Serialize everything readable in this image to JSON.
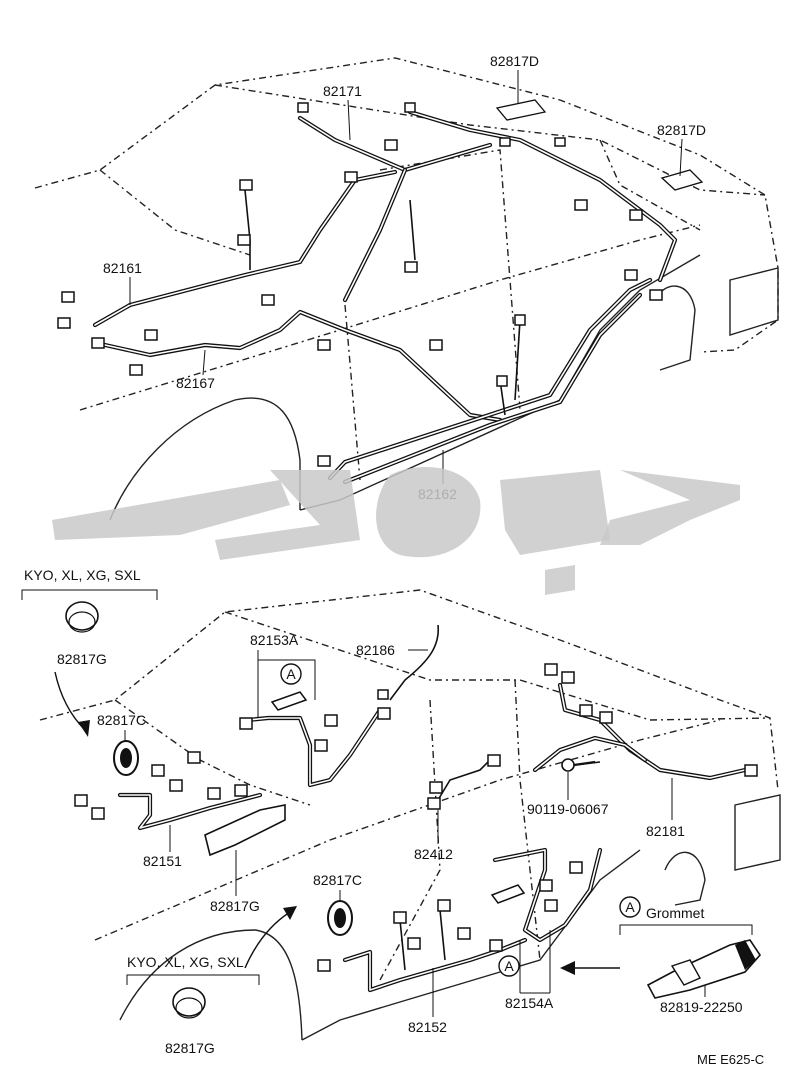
{
  "diagram": {
    "top_section": {
      "parts": {
        "roof_harness": "82171",
        "pad_rear_right": "82817D",
        "pad_rear_trunk": "82817D",
        "cowl_harness": "82161",
        "instrument_harness": "82167",
        "floor_harness": "82162"
      }
    },
    "bottom_section": {
      "variant_top": "KYO, XL, XG, SXL",
      "variant_bottom": "KYO, XL, XG, SXL",
      "parts": {
        "plug_upper": "82817G",
        "grommet_upper": "82817C",
        "front_door_harness": "82151",
        "clamp": "82817G",
        "grommet_lower": "82817C",
        "plug_lower": "82817G",
        "roof_sub_harness": "82153A",
        "antenna_harness": "82186",
        "door_wire": "82412",
        "bolt": "90119-06067",
        "rear_harness": "82181",
        "rear_door_harness": "82152",
        "rear_door_sub": "82154A",
        "grommet_part": "82819-22250"
      },
      "callout_letter": "A",
      "callout_title": "Grommet"
    },
    "footer_code": "ME  E625-C",
    "watermark_color": "#c9c9c9"
  }
}
